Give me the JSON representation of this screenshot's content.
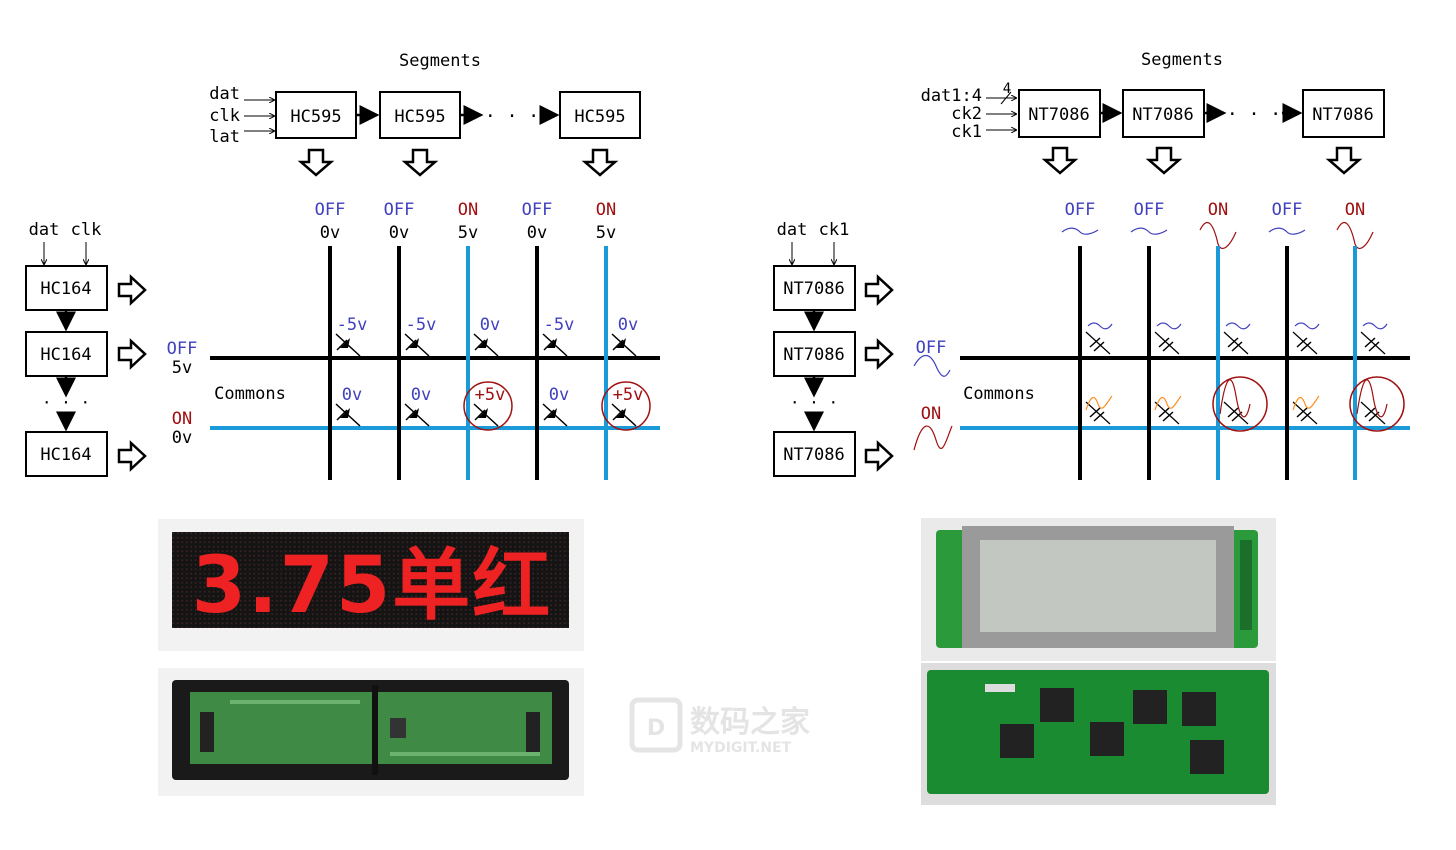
{
  "left": {
    "segments_title": "Segments",
    "inputs": [
      "dat",
      "clk",
      "lat"
    ],
    "seg_chip": "HC595",
    "com_inputs": [
      "dat",
      "clk"
    ],
    "com_chip": "HC164",
    "col_states": [
      {
        "state": "OFF",
        "volt": "0v"
      },
      {
        "state": "OFF",
        "volt": "0v"
      },
      {
        "state": "ON",
        "volt": "5v"
      },
      {
        "state": "OFF",
        "volt": "0v"
      },
      {
        "state": "ON",
        "volt": "5v"
      }
    ],
    "row_off": {
      "state": "OFF",
      "volt": "5v"
    },
    "row_on": {
      "state": "ON",
      "volt": "0v"
    },
    "commons": "Commons",
    "upper_diode_v": [
      "-5v",
      "-5v",
      "0v",
      "-5v",
      "0v"
    ],
    "lower_diode_v": [
      "0v",
      "0v",
      "+5v",
      "0v",
      "+5v"
    ],
    "photo_text": "3.75单红"
  },
  "right": {
    "segments_title": "Segments",
    "inputs": [
      "dat1:4",
      "ck2",
      "ck1"
    ],
    "bus_width": "4",
    "seg_chip": "NT7086",
    "com_inputs": [
      "dat",
      "ck1"
    ],
    "com_chip": "NT7086",
    "col_states": [
      "OFF",
      "OFF",
      "ON",
      "OFF",
      "ON"
    ],
    "row_off": "OFF",
    "row_on": "ON",
    "commons": "Commons"
  },
  "dots": "· · ·",
  "watermark": {
    "cn": "数码之家",
    "en": "MYDIGIT.NET"
  },
  "colors": {
    "off": "#4040c0",
    "on": "#a01010",
    "blue_line": "#1a9ad8",
    "orange": "#ff9020",
    "pcb": "#1a8a30"
  }
}
